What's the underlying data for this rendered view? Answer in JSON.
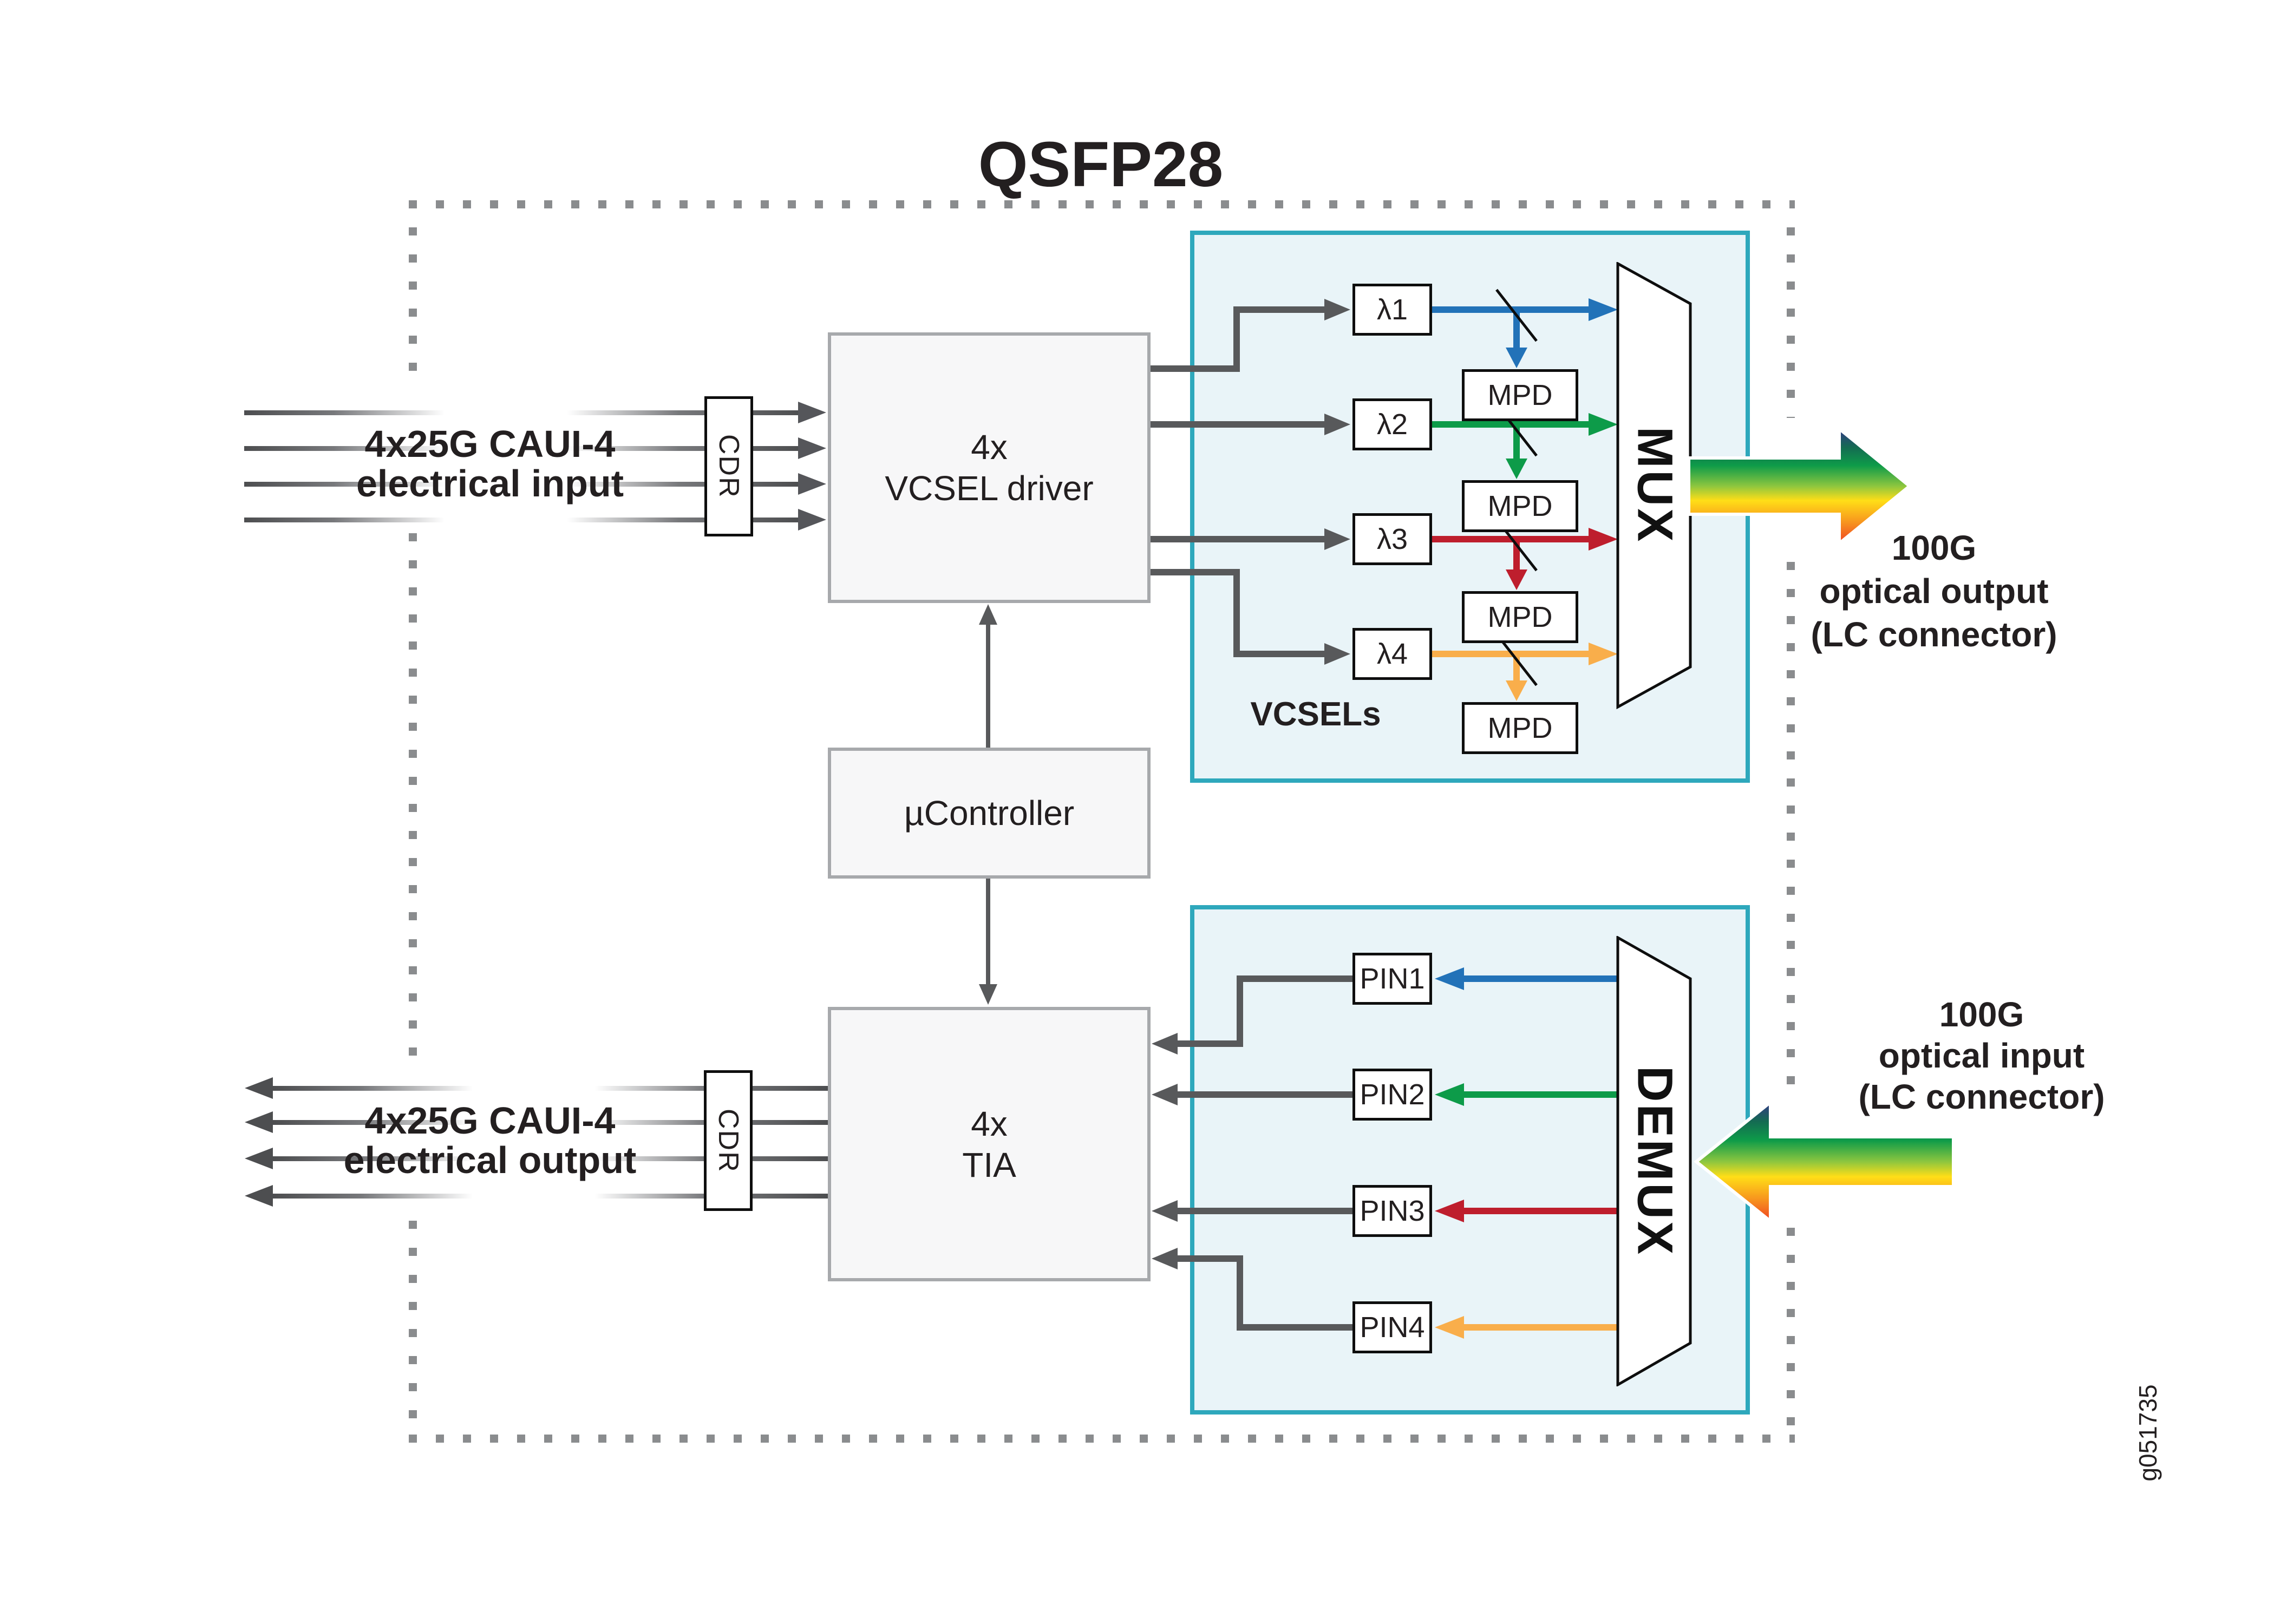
{
  "title": "QSFP28",
  "module": {
    "electrical_input": {
      "line1": "4x25G CAUI-4",
      "line2": "electrical input"
    },
    "electrical_output": {
      "line1": "4x25G CAUI-4",
      "line2": "electrical output"
    },
    "cdr_top": "CDR",
    "cdr_bottom": "CDR",
    "vcsel_driver": {
      "line1": "4x",
      "line2": "VCSEL driver"
    },
    "ucontroller": "µController",
    "tia": {
      "line1": "4x",
      "line2": "TIA"
    },
    "tx_section": {
      "section_label": "VCSELs",
      "mux_label": "MUX",
      "lasers": [
        "λ1",
        "λ2",
        "λ3",
        "λ4"
      ],
      "monitor_photodiodes": [
        "MPD",
        "MPD",
        "MPD",
        "MPD"
      ]
    },
    "rx_section": {
      "demux_label": "DEMUX",
      "photodiodes": [
        "PIN1",
        "PIN2",
        "PIN3",
        "PIN4"
      ]
    },
    "optical_output": {
      "line1": "100G",
      "line2": "optical output",
      "line3": "(LC connector)"
    },
    "optical_input": {
      "line1": "100G",
      "line2": "optical input",
      "line3": "(LC connector)"
    },
    "figure_id": "g051735"
  },
  "colors": {
    "teal_border": "#2EA8BC",
    "panel_fill": "#E9F4F8",
    "gray_box_border": "#A7A9AC",
    "gray_box_fill": "#F7F7F8",
    "line_gray": "#58595B",
    "dash_gray": "#8A8C8E",
    "text": "#231F20",
    "lane_blue": "#2272B8",
    "lane_green": "#0D9B49",
    "lane_red": "#BE1E2D",
    "lane_orange": "#F9AE4B",
    "rainbow": [
      "#3A2F91",
      "#146B52",
      "#0E9B49",
      "#8DC63F",
      "#FFDE17",
      "#F7941E",
      "#EE3524"
    ]
  }
}
